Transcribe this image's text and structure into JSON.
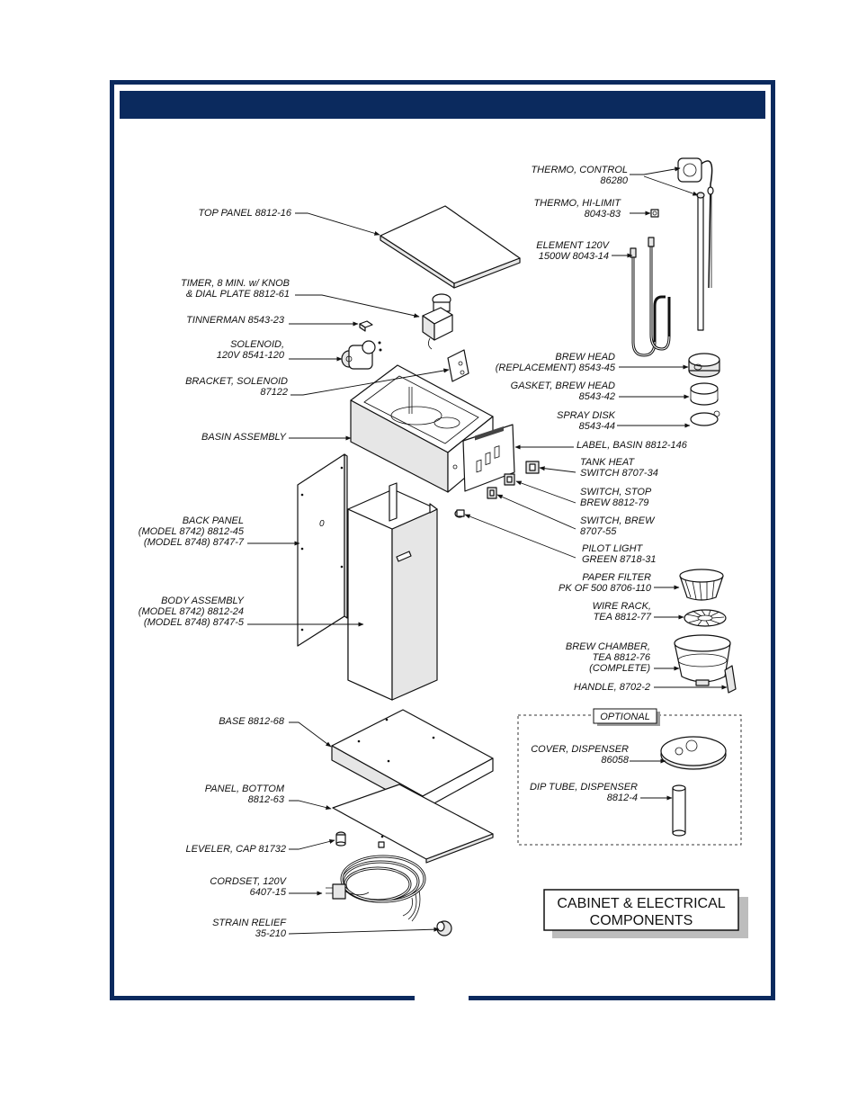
{
  "colors": {
    "frame": "#0b2a5e",
    "header": "#0b2a5e",
    "ink": "#111111"
  },
  "title_box": {
    "line1": "CABINET & ELECTRICAL",
    "line2": "COMPONENTS"
  },
  "optional_label": "OPTIONAL",
  "labels": {
    "top_panel": [
      "TOP PANEL  8812-16"
    ],
    "timer": [
      "TIMER, 8 MIN. w/ KNOB",
      "& DIAL PLATE   8812-61"
    ],
    "tinnerman": [
      "TINNERMAN   8543-23"
    ],
    "solenoid": [
      "SOLENOID,",
      "120V  8541-120"
    ],
    "bracket_solenoid": [
      "BRACKET, SOLENOID",
      "87122"
    ],
    "basin_assembly": [
      "BASIN ASSEMBLY"
    ],
    "back_panel": [
      "BACK PANEL",
      "(MODEL 8742)  8812-45",
      "(MODEL 8748)  8747-7"
    ],
    "body_assembly": [
      "BODY ASSEMBLY",
      "(MODEL 8742)  8812-24",
      "(MODEL 8748)  8747-5"
    ],
    "base": [
      "BASE  8812-68"
    ],
    "panel_bottom": [
      "PANEL, BOTTOM",
      "8812-63"
    ],
    "leveler_cap": [
      "LEVELER, CAP  81732"
    ],
    "cordset": [
      "CORDSET, 120V",
      "6407-15"
    ],
    "strain_relief": [
      "STRAIN RELIEF",
      "35-210"
    ],
    "thermo_control": [
      "THERMO, CONTROL",
      "86280"
    ],
    "thermo_hilimit": [
      "THERMO, HI-LIMIT",
      "8043-83"
    ],
    "element": [
      "ELEMENT  120V",
      "1500W  8043-14"
    ],
    "brew_head": [
      "BREW HEAD",
      "(REPLACEMENT)  8543-45"
    ],
    "gasket_brew_head": [
      "GASKET, BREW HEAD",
      "8543-42"
    ],
    "spray_disk": [
      "SPRAY DISK",
      "8543-44"
    ],
    "label_basin": [
      "LABEL, BASIN    8812-146"
    ],
    "tank_heat_switch": [
      "TANK HEAT",
      "SWITCH  8707-34"
    ],
    "switch_stop_brew": [
      "SWITCH, STOP",
      "BREW  8812-79"
    ],
    "switch_brew": [
      "SWITCH, BREW",
      "8707-55"
    ],
    "pilot_light": [
      "PILOT LIGHT",
      "GREEN   8718-31"
    ],
    "paper_filter": [
      "PAPER FILTER",
      "PK OF 500   8706-110"
    ],
    "wire_rack": [
      "WIRE RACK,",
      "TEA  8812-77"
    ],
    "brew_chamber": [
      "BREW CHAMBER,",
      "TEA   8812-76",
      "(COMPLETE)"
    ],
    "handle": [
      "HANDLE, 8702-2"
    ],
    "cover_dispenser": [
      "COVER, DISPENSER",
      "86058"
    ],
    "dip_tube": [
      "DIP TUBE, DISPENSER",
      "8812-4"
    ]
  }
}
